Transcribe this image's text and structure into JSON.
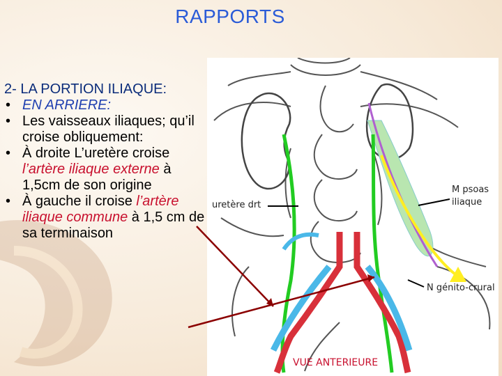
{
  "slide": {
    "title": "RAPPORTS",
    "section_heading": "2- LA PORTION ILIAQUE:",
    "bullets": [
      {
        "segments": [
          {
            "text": "EN ARRIERE:",
            "style": "blue-italic"
          }
        ]
      },
      {
        "segments": [
          {
            "text": "Les vaisseaux iliaques; qu’il croise obliquement:",
            "style": "plain"
          }
        ]
      },
      {
        "segments": [
          {
            "text": "À droite L’uretère croise ",
            "style": "plain"
          },
          {
            "text": "l’artère iliaque externe",
            "style": "red-italic"
          },
          {
            "text": " à 1,5cm de son origine",
            "style": "plain"
          }
        ]
      },
      {
        "segments": [
          {
            "text": "À gauche il croise ",
            "style": "plain"
          },
          {
            "text": "l’artère iliaque commune",
            "style": "red-italic"
          },
          {
            "text": " à 1,5 cm de sa terminaison",
            "style": "plain"
          }
        ]
      }
    ],
    "bullet_glyph": "•"
  },
  "diagram": {
    "label_uretere": "uretère drt",
    "label_psoas": "M psoas iliaque",
    "label_genito": "N génito-crural",
    "label_vue": "VUE ANTERIEURE"
  },
  "colors": {
    "title": "#2a5bd7",
    "ureter": "#22cc22",
    "psoas": "#ffee22",
    "nerve": "#b060d0",
    "artery": "#d8303a",
    "vein": "#4ab8e8",
    "arrow": "#8b0000"
  }
}
